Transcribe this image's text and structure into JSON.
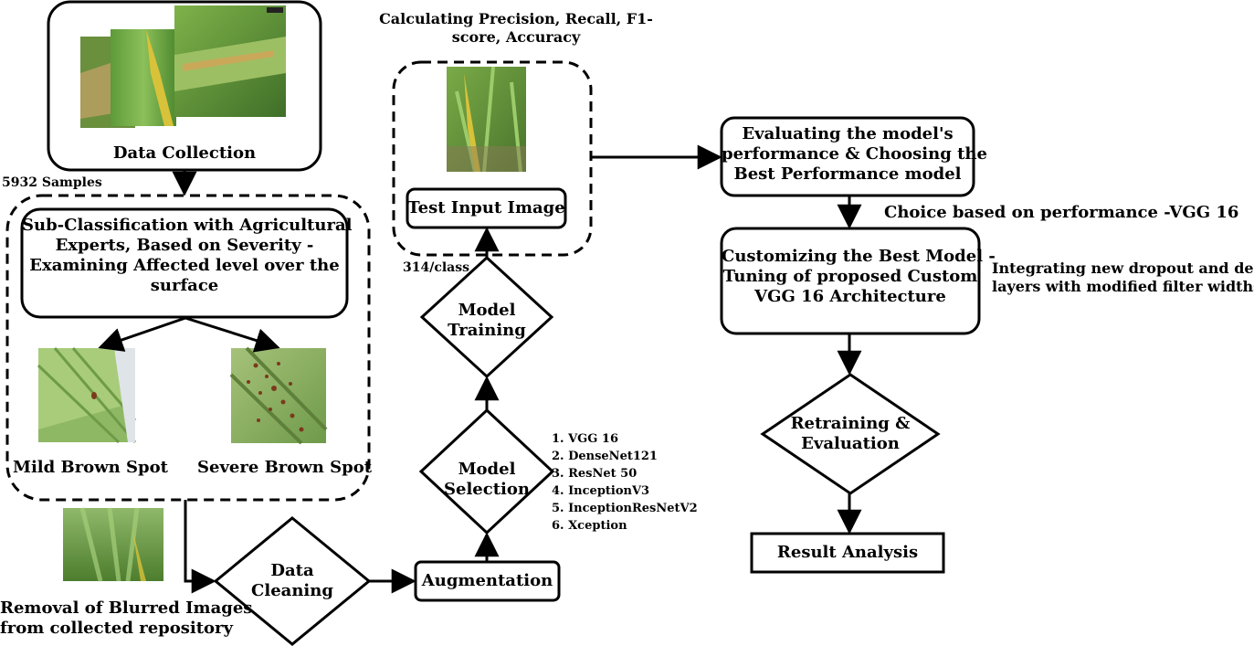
{
  "nodes": {
    "data_collection": "Data Collection",
    "samples_label": "5932 Samples",
    "sub_classification": [
      "Sub-Classification with Agricultural",
      "Experts, Based on Severity -",
      "Examining Affected level over the",
      "surface"
    ],
    "mild": "Mild Brown Spot",
    "severe": "Severe Brown Spot",
    "removal": [
      "Removal of Blurred Images",
      "from collected  repository"
    ],
    "data_cleaning": [
      "Data",
      "Cleaning"
    ],
    "augmentation": "Augmentation",
    "model_selection": [
      "Model",
      "Selection"
    ],
    "model_training": [
      "Model",
      "Training"
    ],
    "per_class": "314/class",
    "test_input": "Test Input Image",
    "metrics": [
      "Calculating Precision, Recall, F1-",
      "score, Accuracy"
    ],
    "evaluating": [
      "Evaluating the model's",
      "performance & Choosing the",
      "Best Performance model"
    ],
    "choice": "Choice based on performance -VGG 16",
    "customizing": [
      "Customizing the Best Model -",
      "Tuning of proposed Custom",
      "VGG 16 Architecture"
    ],
    "integrating": [
      "Integrating new dropout and dense",
      "layers with modified filter widths"
    ],
    "retraining": [
      "Retraining &",
      "Evaluation"
    ],
    "result": "Result Analysis"
  },
  "models": [
    "1. VGG 16",
    "2. DenseNet121",
    "3. ResNet 50",
    "4. InceptionV3",
    "5. InceptionResNetV2",
    "6. Xception"
  ],
  "colors": {
    "stroke": "#000000",
    "leaf_green": "#5e9a3a",
    "leaf_dark": "#3f6f28",
    "leaf_yellow": "#d8c23a",
    "brown_spot": "#7a3a1c"
  }
}
